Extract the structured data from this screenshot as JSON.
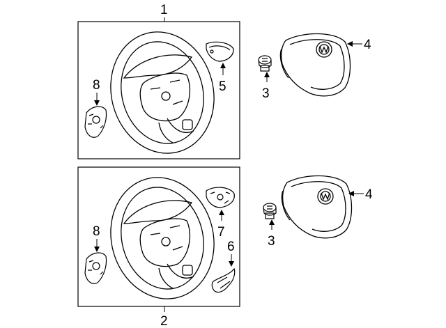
{
  "callouts": {
    "c1": "1",
    "c2": "2",
    "c3_top": "3",
    "c3_bottom": "3",
    "c4_top": "4",
    "c4_bottom": "4",
    "c5": "5",
    "c6": "6",
    "c7": "7",
    "c8_top": "8",
    "c8_bottom": "8"
  },
  "colors": {
    "line": "#000000",
    "background": "#ffffff"
  }
}
